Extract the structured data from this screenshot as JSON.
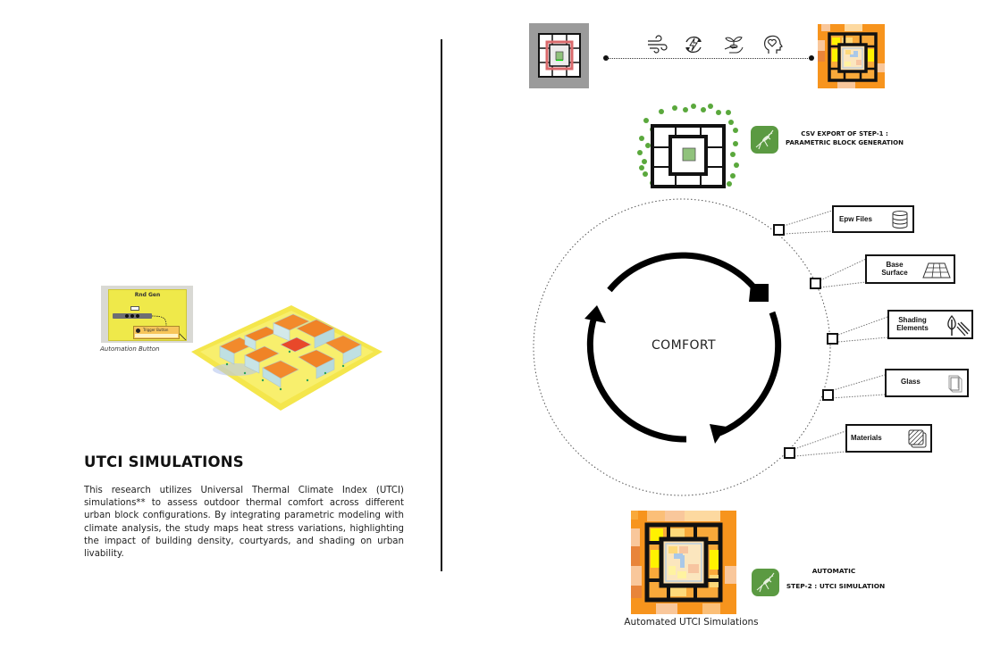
{
  "left": {
    "heading": "UTCI SIMULATIONS",
    "body": "This research utilizes Universal Thermal Climate Index (UTCI) simulations** to assess outdoor thermal comfort across different urban block configurations. By integrating parametric modeling with climate analysis, the study maps heat stress variations, highlighting the impact of building density, courtyards, and shading on urban livability.",
    "grasshopper_panel": {
      "group_title": "Rnd Gen",
      "tooltip": "Trigger Button",
      "caption": "Automation Button"
    }
  },
  "top_row": {
    "icons": [
      "wind-icon",
      "energy-cycle-icon",
      "plant-hand-icon",
      "mind-heart-icon"
    ]
  },
  "step1": {
    "label_line1": "CSV EXPORT OF STEP-1 :",
    "label_line2": "PARAMETRIC BLOCK GENERATION"
  },
  "cycle": {
    "center_label": "COMFORT",
    "inputs": [
      {
        "label": "Epw Files",
        "icon": "database-icon"
      },
      {
        "label": "Base Surface",
        "icon": "grid-surface-icon"
      },
      {
        "label": "Shading Elements",
        "icon": "tree-shade-icon"
      },
      {
        "label": "Glass",
        "icon": "window-glass-icon"
      },
      {
        "label": "Materials",
        "icon": "material-hatch-icon"
      }
    ]
  },
  "step2": {
    "label_line1": "AUTOMATIC",
    "label_line2": "STEP-2 : UTCI SIMULATION",
    "caption": "Automated UTCI Simulations"
  },
  "colors": {
    "grasshopper_green": "#5b9a42",
    "tree_green": "#5aa83c",
    "heat_orange": "#f7941d",
    "heat_yellow": "#fff200",
    "courtyard_blue": "#a9c8e8",
    "site_highlight": "#d9696b"
  }
}
